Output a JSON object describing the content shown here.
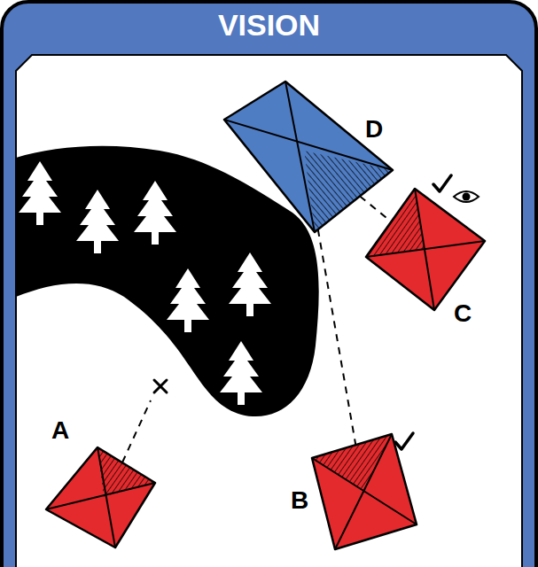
{
  "diagram": {
    "title": "VISION",
    "nodes": [
      {
        "text": [
          "D"
        ]
      },
      {
        "text": [
          "C"
        ]
      },
      {
        "text": [
          "A"
        ]
      },
      {
        "text": [
          "B"
        ]
      }
    ],
    "edges": [
      {
        "from": 0,
        "to": 1,
        "arrow": "none"
      },
      {
        "from": 0,
        "to": 3,
        "arrow": "none"
      }
    ]
  }
}
